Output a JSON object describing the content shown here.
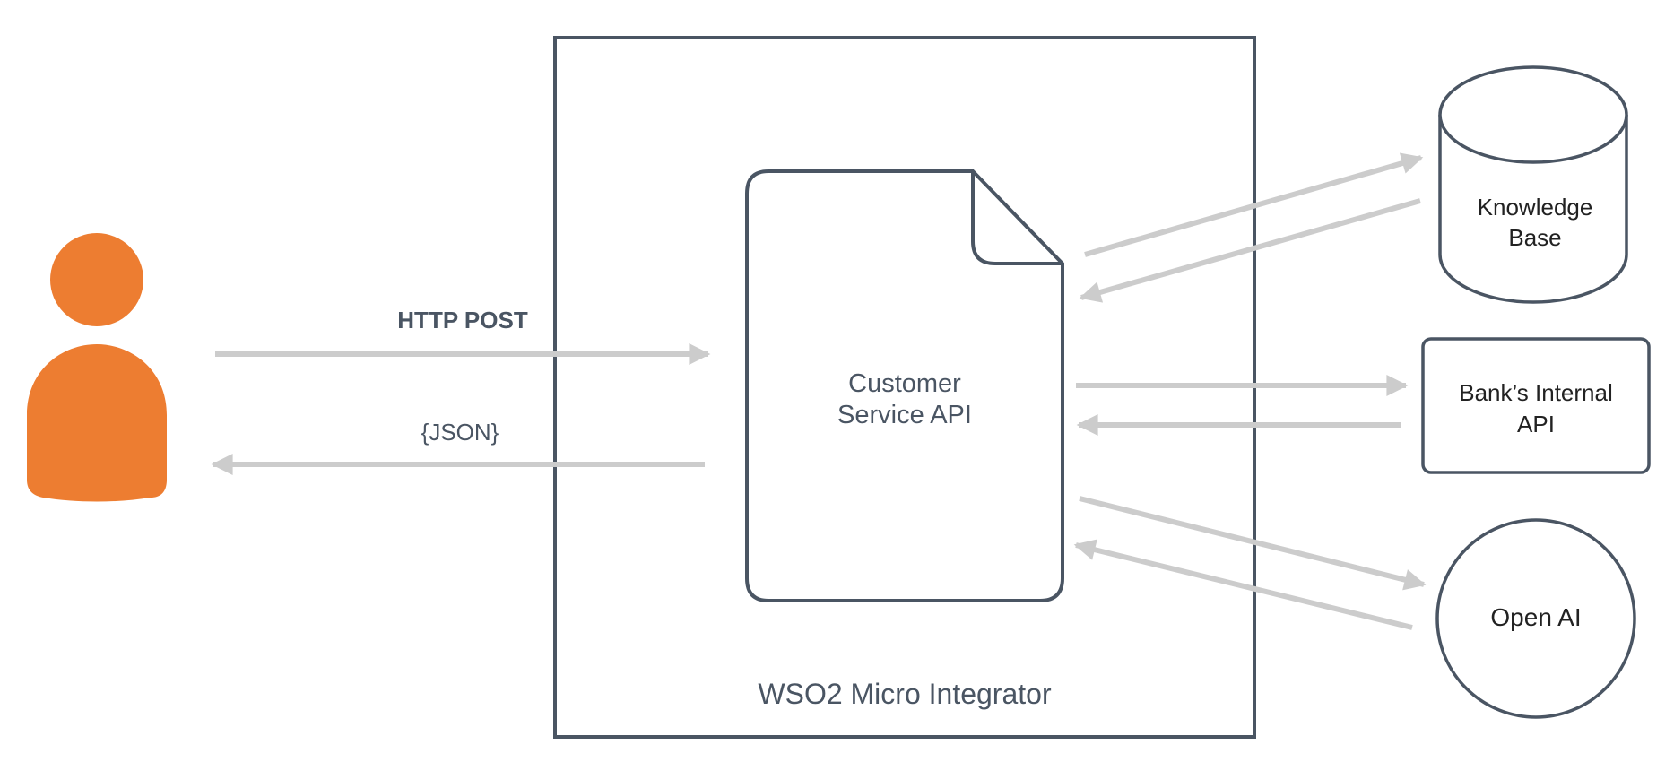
{
  "colors": {
    "user_accent": "#ED7D31",
    "box_stroke": "#4A5563",
    "arrow": "#CCCCCC",
    "text_dark": "#222222",
    "text_muted": "#4A5563"
  },
  "client": {
    "icon": "user-icon"
  },
  "request_label": "HTTP POST",
  "response_label": "{JSON}",
  "container_label": "WSO2 Micro Integrator",
  "api": {
    "line1": "Customer",
    "line2": "Service API"
  },
  "knowledge_base": {
    "line1": "Knowledge",
    "line2": "Base"
  },
  "bank_api": {
    "line1": "Bank’s Internal",
    "line2": "API"
  },
  "openai": {
    "label": "Open AI"
  }
}
